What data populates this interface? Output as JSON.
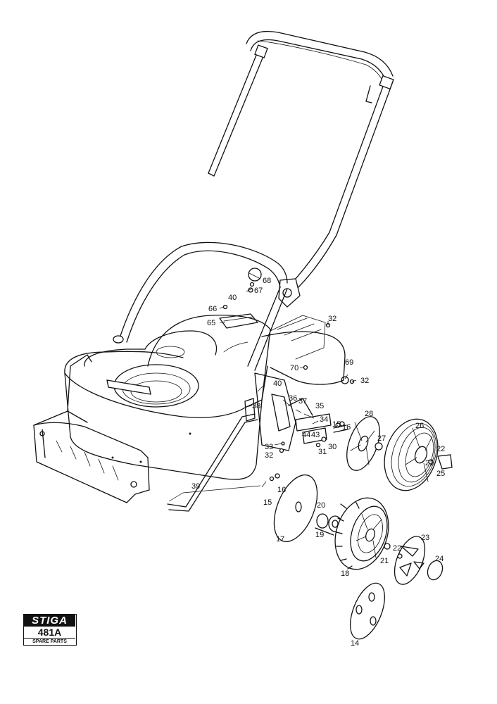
{
  "logo": {
    "brand": "STIGA",
    "model": "481A",
    "subtitle": "SPARE PARTS"
  },
  "callouts": [
    "68",
    "67",
    "40",
    "66",
    "65",
    "32",
    "69",
    "70",
    "32",
    "40",
    "36",
    "37",
    "35",
    "38",
    "34",
    "15",
    "16",
    "28",
    "26",
    "43",
    "44",
    "30",
    "31",
    "33",
    "32",
    "27",
    "22",
    "21",
    "25",
    "39",
    "16",
    "15",
    "20",
    "17",
    "19",
    "23",
    "22",
    "21",
    "24",
    "18",
    "14"
  ]
}
